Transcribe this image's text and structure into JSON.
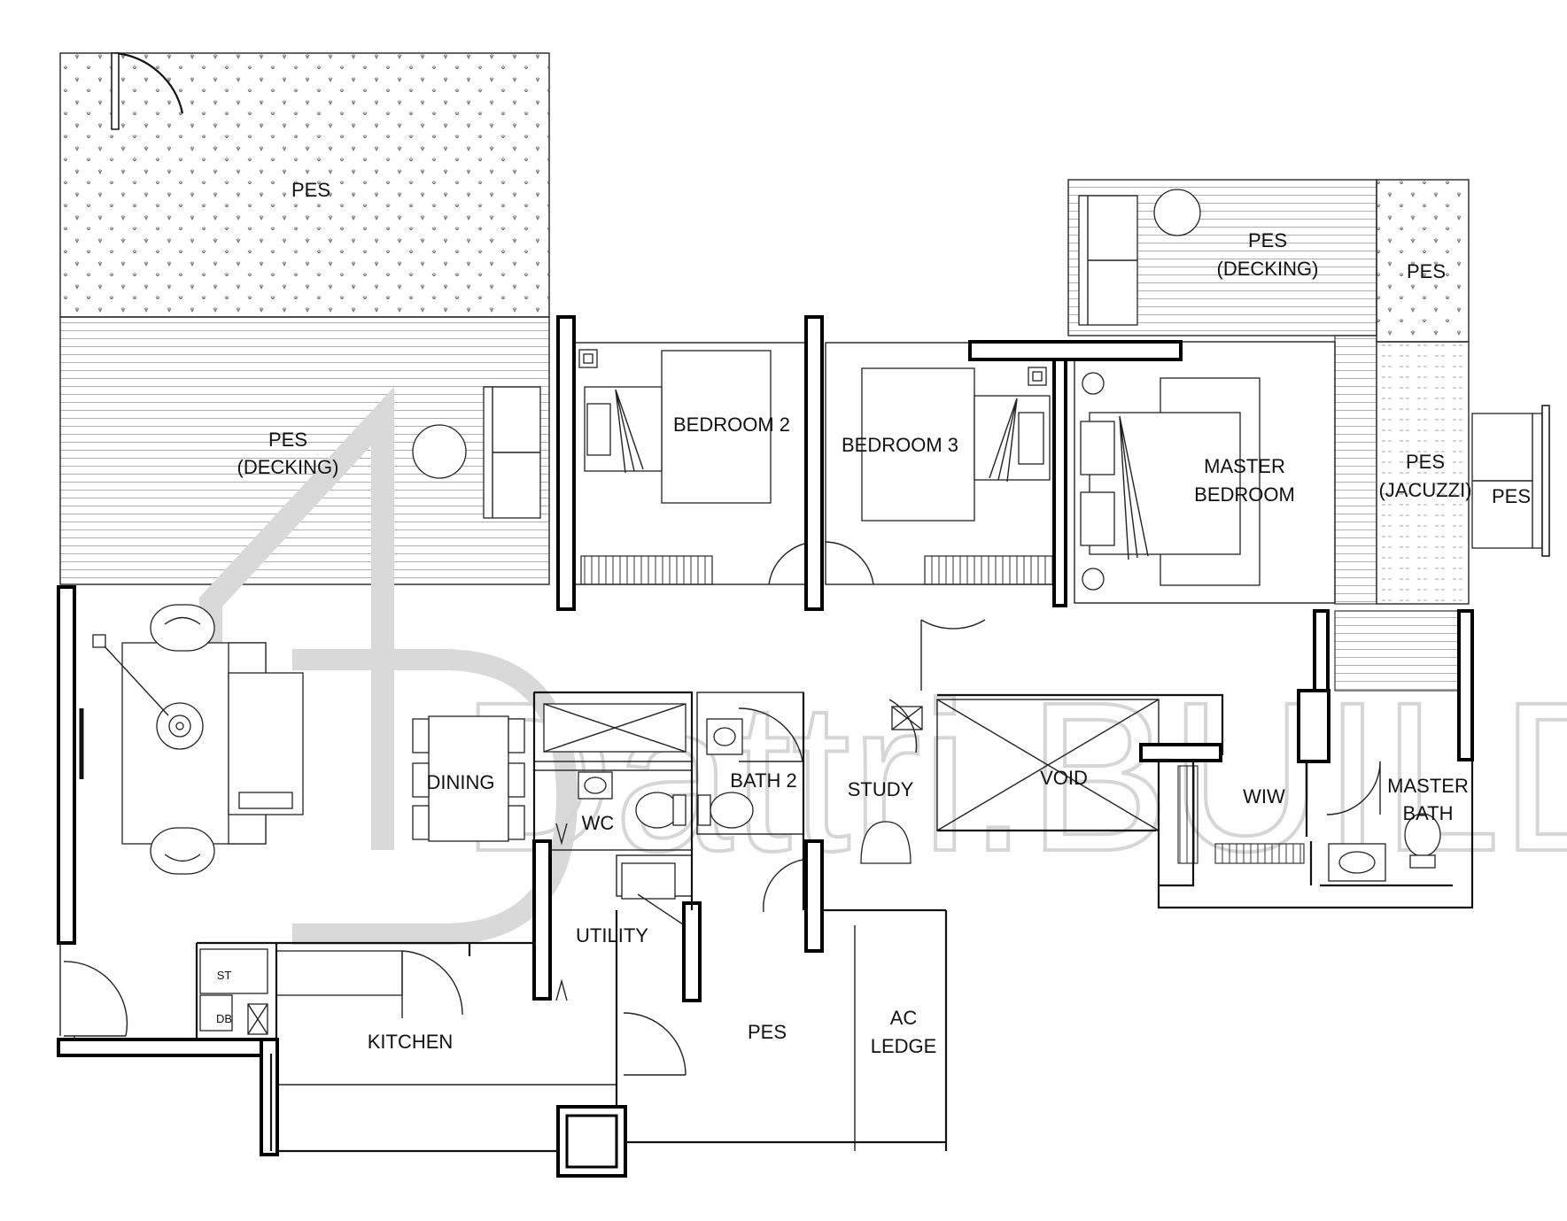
{
  "colors": {
    "wall": "#000000",
    "line": "#222222",
    "watermark": "#d6d6d6",
    "background": "#ffffff"
  },
  "watermark": {
    "brand": "Dattri.BUILD",
    "icon": "house-outline-watermark-icon"
  },
  "rooms": {
    "pes_garden": "PES",
    "pes_decking_left_1": "PES",
    "pes_decking_left_2": "(DECKING)",
    "pes_decking_right_1": "PES",
    "pes_decking_right_2": "(DECKING)",
    "pes_right_top": "PES",
    "pes_jacuzzi_1": "PES",
    "pes_jacuzzi_2": "(JACUZZI)",
    "pes_right_small": "PES",
    "bedroom_2": "BEDROOM 2",
    "bedroom_3": "BEDROOM 3",
    "master_bedroom_1": "MASTER",
    "master_bedroom_2": "BEDROOM",
    "dining": "DINING",
    "wc": "WC",
    "bath_2": "BATH 2",
    "study": "STUDY",
    "void": "VOID",
    "wiw": "WIW",
    "master_bath_1": "MASTER",
    "master_bath_2": "BATH",
    "utility": "UTILITY",
    "kitchen": "KITCHEN",
    "pes_bottom": "PES",
    "ac_ledge_1": "AC",
    "ac_ledge_2": "LEDGE",
    "store": "ST",
    "distribution_board": "DB"
  }
}
